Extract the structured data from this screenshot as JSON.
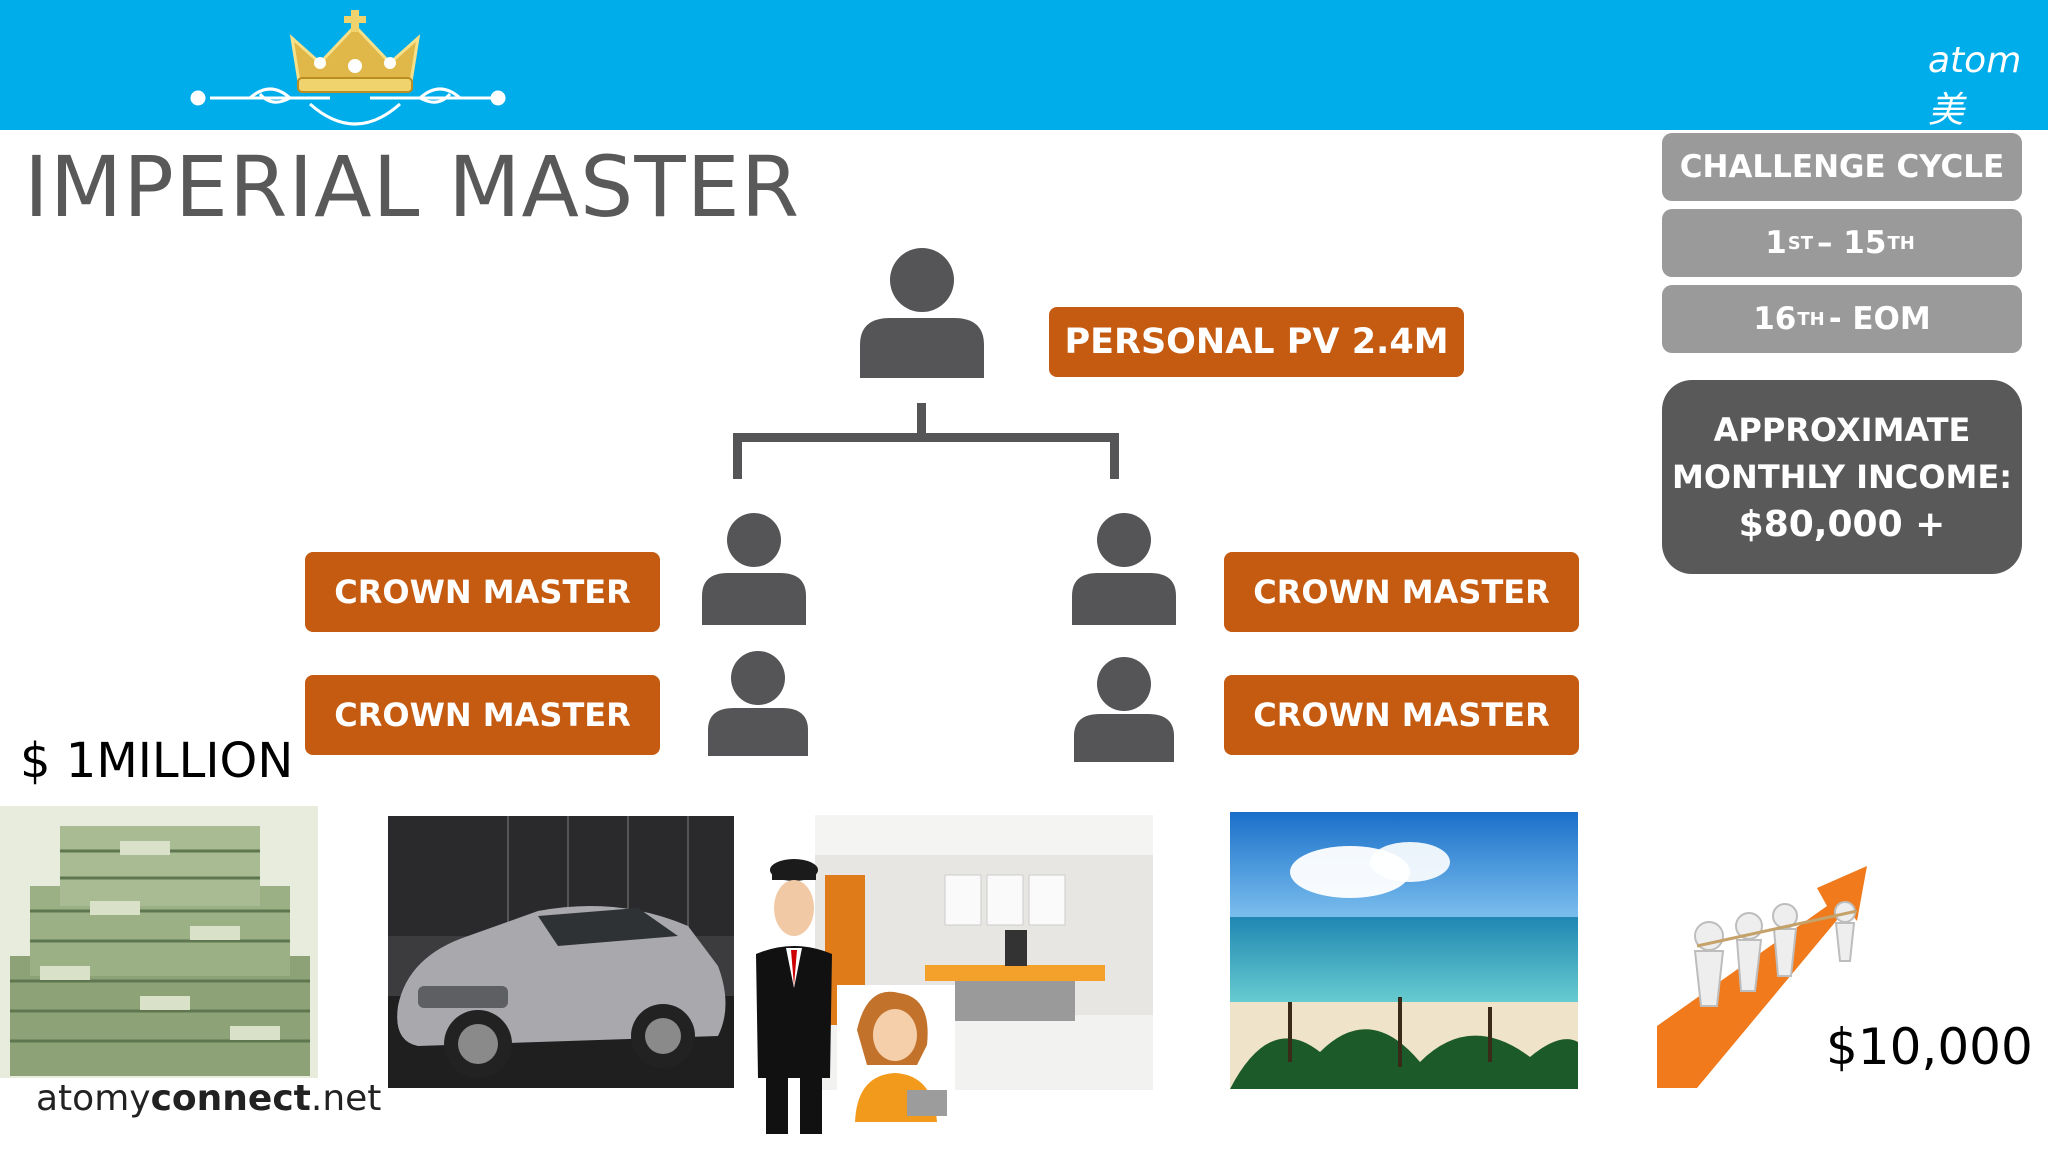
{
  "title": "IMPERIAL MASTER",
  "brand_logo": "atom美",
  "colors": {
    "header": "#00adeb",
    "orange": "#c55a11",
    "dark_gray": "#595959",
    "light_gray": "#9a9a9a"
  },
  "personal_pv": "PERSONAL PV 2.4M",
  "crown_labels": [
    "CROWN MASTER",
    "CROWN MASTER",
    "CROWN MASTER",
    "CROWN MASTER"
  ],
  "challenge": {
    "title": "CHALLENGE CYCLE",
    "cycle1_start": "1",
    "cycle1_start_sup": "ST",
    "cycle1_sep": "– 15",
    "cycle1_end_sup": "TH",
    "cycle2_start": "16",
    "cycle2_start_sup": "TH",
    "cycle2_rest": "- EOM"
  },
  "income": {
    "line1": "APPROXIMATE",
    "line2": "MONTHLY INCOME:",
    "line3": "$80,000 +"
  },
  "bonus_million": "$ 1MILLION",
  "bonus_10k": "$10,000",
  "website_prefix": "atomy",
  "website_bold": "connect",
  "website_suffix": ".net",
  "icons": [
    "crown-icon",
    "person-icon",
    "money-stack-photo",
    "car-photo",
    "chauffeur-figure",
    "office-photo",
    "secretary-figure",
    "beach-photo",
    "tug-of-war-arrow-figure"
  ]
}
